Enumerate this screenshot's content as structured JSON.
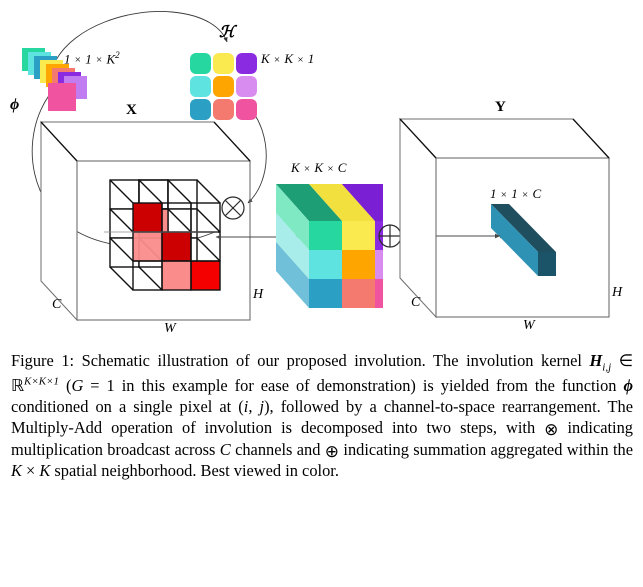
{
  "figure": {
    "number_label": "Figure 1:",
    "caption_segments": [
      {
        "t": "Figure 1: Schematic illustration of our proposed involution. The involution kernel ",
        "style": "normal"
      },
      {
        "t": "H",
        "style": "mathbf"
      },
      {
        "t": "i,j",
        "style": "sub-italic"
      },
      {
        "t": " ∈ ℝ",
        "style": "normal"
      },
      {
        "t": "K×K×1",
        "style": "sup-italic"
      },
      {
        "t": " (",
        "style": "normal"
      },
      {
        "t": "G",
        "style": "mathit"
      },
      {
        "t": " = 1 in this example for ease of demonstration) is yielded from the function ",
        "style": "normal"
      },
      {
        "t": "ϕ",
        "style": "mathbf"
      },
      {
        "t": " conditioned on a single pixel at (",
        "style": "normal"
      },
      {
        "t": "i, j",
        "style": "mathit"
      },
      {
        "t": "), followed by a channel-to-space rearrangement. The Multiply-Add operation of involution is decomposed into two steps, with ",
        "style": "normal"
      },
      {
        "t": "⊗",
        "style": "op"
      },
      {
        "t": " indicating multiplication broadcast across ",
        "style": "normal"
      },
      {
        "t": "C",
        "style": "mathit"
      },
      {
        "t": " channels and ",
        "style": "normal"
      },
      {
        "t": "⊕",
        "style": "op"
      },
      {
        "t": " indicating summation aggregated within the ",
        "style": "normal"
      },
      {
        "t": "K",
        "style": "mathit"
      },
      {
        "t": " × ",
        "style": "normal"
      },
      {
        "t": "K",
        "style": "mathit"
      },
      {
        "t": " spatial neighborhood. Best viewed in color.",
        "style": "normal"
      }
    ],
    "caption_plain": "Figure 1: Schematic illustration of our proposed involution. The involution kernel Hi,j ∈ ℝK×K×1 (G = 1 in this example for ease of demonstration) is yielded from the function ϕ conditioned on a single pixel at (i, j), followed by a channel-to-space rearrangement. The Multiply-Add operation of involution is decomposed into two steps, with ⊗ indicating multiplication broadcast across C channels and ⊕ indicating summation aggregated within the K × K spatial neighborhood. Best viewed in color."
  },
  "diagram": {
    "labels": {
      "phi": "ϕ",
      "script_h": "ℋ",
      "input_tensor": "X",
      "output_tensor": "Y",
      "dim_kernel_flat_prefix": "1",
      "dim_kernel_flat": "1 × 1 × K²",
      "dim_kernel_spatial": "K × K × 1",
      "dim_broadcast": "K × K × C",
      "dim_output_pixel": "1 × 1 × C",
      "x_axis_w": "W",
      "x_axis_h": "H",
      "x_axis_c": "C",
      "y_axis_w": "W",
      "y_axis_h": "H",
      "y_axis_c": "C",
      "op_multiply": "⊗",
      "op_add": "⊕"
    },
    "kernel_grid": {
      "rows": 3,
      "cols": 3,
      "colors": [
        [
          "#26D7A0",
          "#FAE94F",
          "#8A2BE2"
        ],
        [
          "#5FE3E0",
          "#FFA500",
          "#D98CEF"
        ],
        [
          "#2C9FC4",
          "#F4796F",
          "#F0539F"
        ]
      ]
    },
    "kernel_stack": {
      "count": 9,
      "colors": [
        "#26D7A0",
        "#5FE3E0",
        "#2C9FC4",
        "#FAE94F",
        "#FFA500",
        "#F4796F",
        "#8A2BE2",
        "#C07CF0",
        "#F0539F"
      ]
    },
    "broadcast_slab": {
      "front_colors": [
        [
          "#26D7A0",
          "#FAE94F",
          "#8A2BE2"
        ],
        [
          "#5FE3E0",
          "#FFA500",
          "#D98CEF"
        ],
        [
          "#2C9FC4",
          "#F4796F",
          "#F0539F"
        ]
      ],
      "top_colors": [
        "#1E9E74",
        "#F2E03F",
        "#7A1FD4"
      ],
      "side_colors": [
        "#7FE9C4",
        "#A9EDEA",
        "#6FC0D8"
      ]
    },
    "highlight_colors": {
      "dark_red": "#CC0000",
      "bright_red": "#F40000",
      "light_red": "#FA8C8C"
    },
    "output_bar": {
      "front": "#2E92B5",
      "top": "#1F4E5F",
      "side": "#1B5468"
    },
    "stroke": {
      "cube_dark": "#1a1a1a",
      "cube_gray": "#6e6e6e",
      "arc": "#3b3b3b",
      "arrow": "#4a4a4a"
    }
  }
}
